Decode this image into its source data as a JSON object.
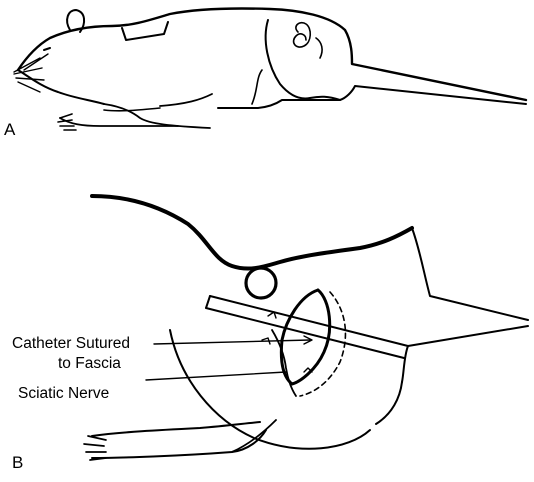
{
  "panels": [
    {
      "letter": "A"
    },
    {
      "letter": "B"
    }
  ],
  "callouts": {
    "catheter_line1": "Catheter Sutured",
    "catheter_line2": "to Fascia",
    "sciatic": "Sciatic Nerve"
  }
}
